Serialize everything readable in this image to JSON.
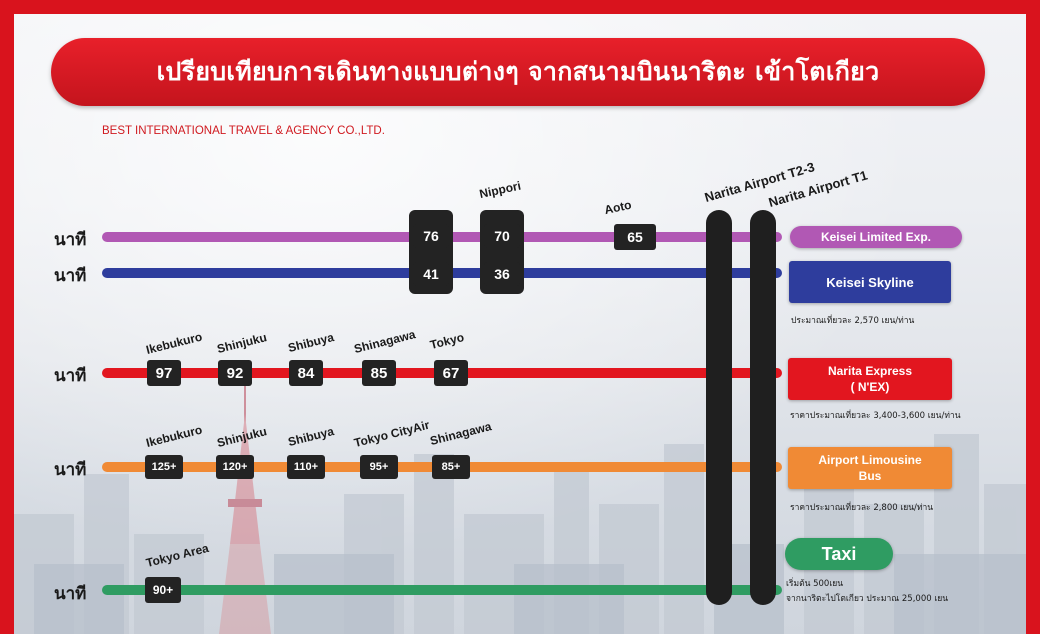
{
  "title": "เปรียบเทียบการเดินทางแบบต่างๆ จากสนามบินนาริตะ เข้าโตเกียว",
  "company": "BEST INTERNATIONAL TRAVEL & AGENCY CO.,LTD.",
  "unit_label": "นาที",
  "airports": {
    "t23": "Narita Airport T2-3",
    "t1": "Narita Airport T1"
  },
  "colors": {
    "keisei_limited": "#b158b4",
    "skyline": "#2e3d9d",
    "nex": "#e2161f",
    "limousine": "#f08a35",
    "taxi": "#2f9c62",
    "title": "#d9131d"
  },
  "keisei": {
    "stations": [
      "Nippori",
      "Aoto"
    ],
    "limited": {
      "name": "Keisei Limited Exp.",
      "times": [
        "76",
        "70",
        "65"
      ]
    },
    "skyline": {
      "name": "Keisei Skyline",
      "times": [
        "41",
        "36"
      ],
      "note": "ประมาณเที่ยวละ 2,570 เยน/ท่าน"
    }
  },
  "nex": {
    "name_line1": "Narita Express",
    "name_line2": "( N'EX)",
    "stations": [
      "Ikebukuro",
      "Shinjuku",
      "Shibuya",
      "Shinagawa",
      "Tokyo"
    ],
    "times": [
      "97",
      "92",
      "84",
      "85",
      "67"
    ],
    "note": "ราคาประมาณเที่ยวละ 3,400-3,600 เยน/ท่าน"
  },
  "limousine": {
    "name_line1": "Airport Limousine",
    "name_line2": "Bus",
    "stations": [
      "Ikebukuro",
      "Shinjuku",
      "Shibuya",
      "Tokyo CityAir",
      "Shinagawa"
    ],
    "times": [
      "125+",
      "120+",
      "110+",
      "95+",
      "85+"
    ],
    "note": "ราคาประมาณเที่ยวละ 2,800 เยน/ท่าน"
  },
  "taxi": {
    "name": "Taxi",
    "stations": [
      "Tokyo Area"
    ],
    "times": [
      "90+"
    ],
    "note_line1": "เริ่มต้น 500เยน",
    "note_line2": "จากนาริตะไปโตเกียว ประมาณ 25,000 เยน"
  }
}
